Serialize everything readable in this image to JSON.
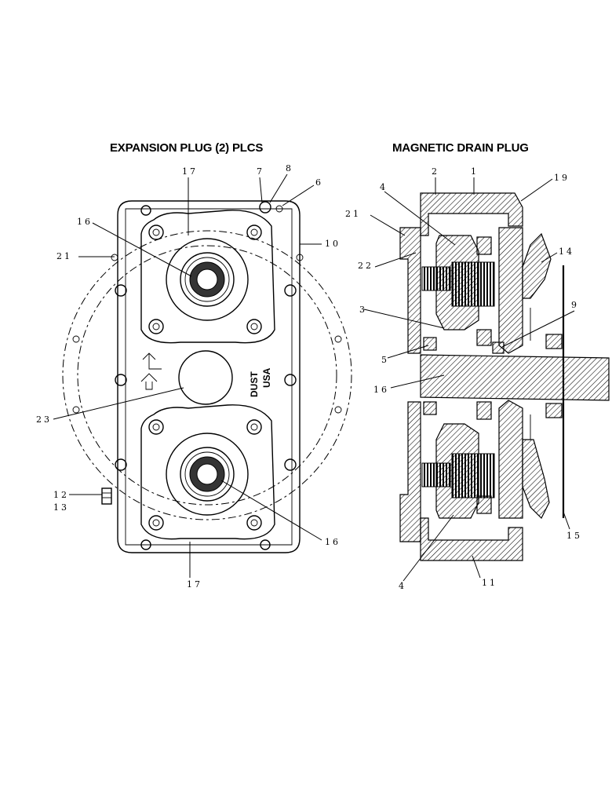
{
  "headings": {
    "left": "EXPANSION PLUG (2) PLCS",
    "right": "MAGNETIC DRAIN PLUG"
  },
  "stamp": {
    "line1": "DUST",
    "line2": "USA"
  },
  "left_view": {
    "callouts": [
      "17",
      "7",
      "8",
      "6",
      "16",
      "21",
      "10",
      "23",
      "12",
      "13",
      "16",
      "17"
    ]
  },
  "right_view": {
    "callouts": [
      "2",
      "1",
      "19",
      "4",
      "21",
      "14",
      "22",
      "3",
      "9",
      "5",
      "16",
      "4",
      "11",
      "15"
    ]
  }
}
